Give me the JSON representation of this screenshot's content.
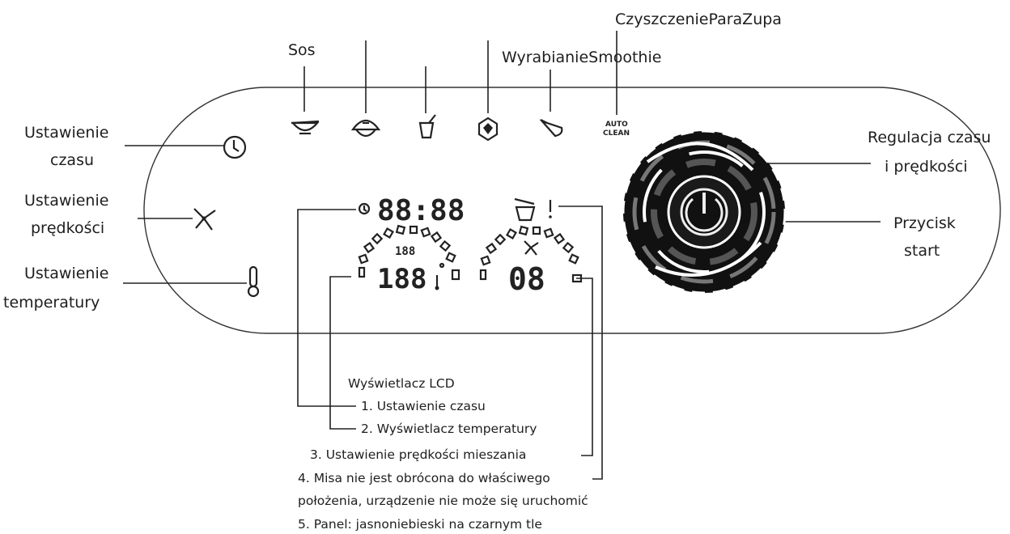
{
  "top_labels": {
    "sos": "Sos",
    "wyrabianie_smoothie": "WyrabianieSmoothie",
    "czyszczenie_para_zupa": "CzyszczenieParaZupa"
  },
  "left_labels": {
    "time_1": "Ustawienie",
    "time_2": "czasu",
    "speed_1": "Ustawienie",
    "speed_2": "prędkości",
    "temp_1": "Ustawienie",
    "temp_2": "temperatury"
  },
  "right_labels": {
    "knob_1": "Regulacja czasu",
    "knob_2": "i prędkości",
    "start_1": "Przycisk",
    "start_2": "start"
  },
  "auto_clean": {
    "line1": "AUTO",
    "line2": "CLEAN"
  },
  "lcd": {
    "time_digits": "88:88",
    "small_digits": "188",
    "temp_digits": "188",
    "speed_digits": "08"
  },
  "notes": {
    "title": "Wyświetlacz LCD",
    "item1": "1. Ustawienie czasu",
    "item2": "2. Wyświetlacz temperatury",
    "item3": "3. Ustawienie prędkości mieszania",
    "item4a": "4. Misa nie jest obrócona do właściwego",
    "item4b": "położenia, urządzenie nie może się uruchomić",
    "item5": "5. Panel: jasnoniebieski na czarnym tle"
  }
}
